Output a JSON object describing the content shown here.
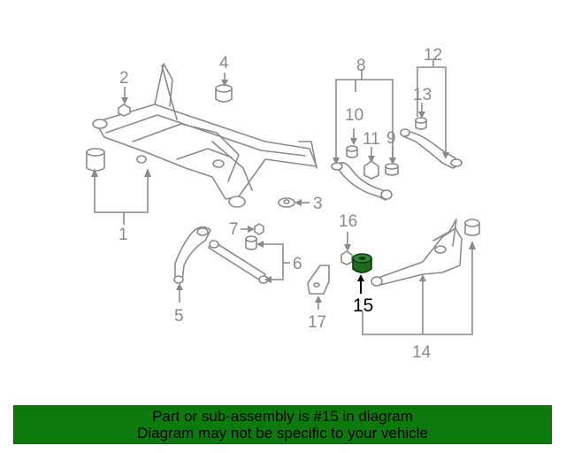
{
  "diagram": {
    "callouts": [
      "1",
      "2",
      "3",
      "4",
      "5",
      "6",
      "7",
      "8",
      "9",
      "10",
      "11",
      "12",
      "13",
      "14",
      "15",
      "16",
      "17"
    ],
    "highlighted_part": "15",
    "highlight_color": "#1f6b1f"
  },
  "footer": {
    "line1": "Part or sub-assembly is #15 in diagram",
    "line2": "Diagram may not be specific to your vehicle",
    "background": "#0d7a0d"
  }
}
